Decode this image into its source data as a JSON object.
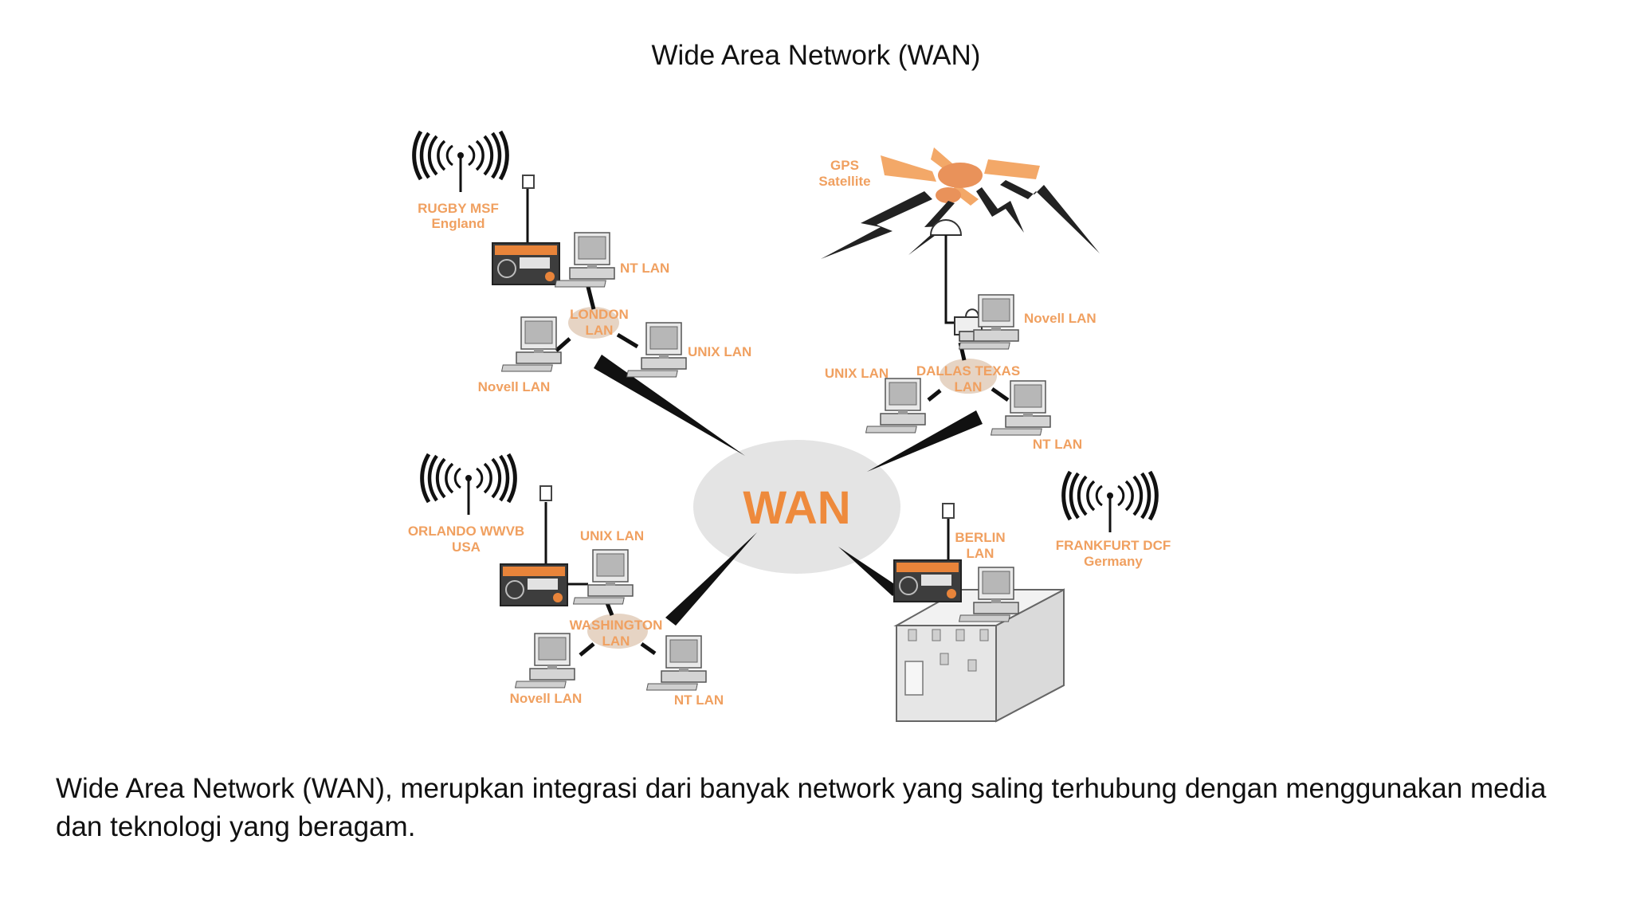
{
  "slide": {
    "title": "Wide Area Network (WAN)",
    "caption": "Wide Area Network (WAN), merupkan integrasi dari banyak network yang saling terhubung dengan menggunakan media dan teknologi yang beragam."
  },
  "diagram": {
    "center": "WAN",
    "sites": {
      "london": {
        "hub": [
          "LONDON",
          "LAN"
        ],
        "source": [
          "RUGBY MSF",
          "England"
        ],
        "nodes": [
          "NT LAN",
          "UNIX LAN",
          "Novell LAN"
        ]
      },
      "dallas": {
        "hub": [
          "DALLAS TEXAS",
          "LAN"
        ],
        "source": [
          "GPS",
          "Satellite"
        ],
        "nodes": [
          "Novell LAN",
          "UNIX LAN",
          "NT LAN"
        ]
      },
      "washington": {
        "hub": [
          "WASHINGTON",
          "LAN"
        ],
        "source": [
          "ORLANDO WWVB",
          "USA"
        ],
        "nodes": [
          "UNIX LAN",
          "Novell LAN",
          "NT LAN"
        ]
      },
      "berlin": {
        "hub": [
          "BERLIN",
          "LAN"
        ],
        "source": [
          "FRANKFURT DCF",
          "Germany"
        ]
      }
    }
  },
  "colors": {
    "label_orange": "#f0a060",
    "wan_orange": "#ee8a3c",
    "hub_fill": "#e6d4c4",
    "cloud_fill": "#e4e4e4",
    "device_orange": "#e8843a"
  }
}
